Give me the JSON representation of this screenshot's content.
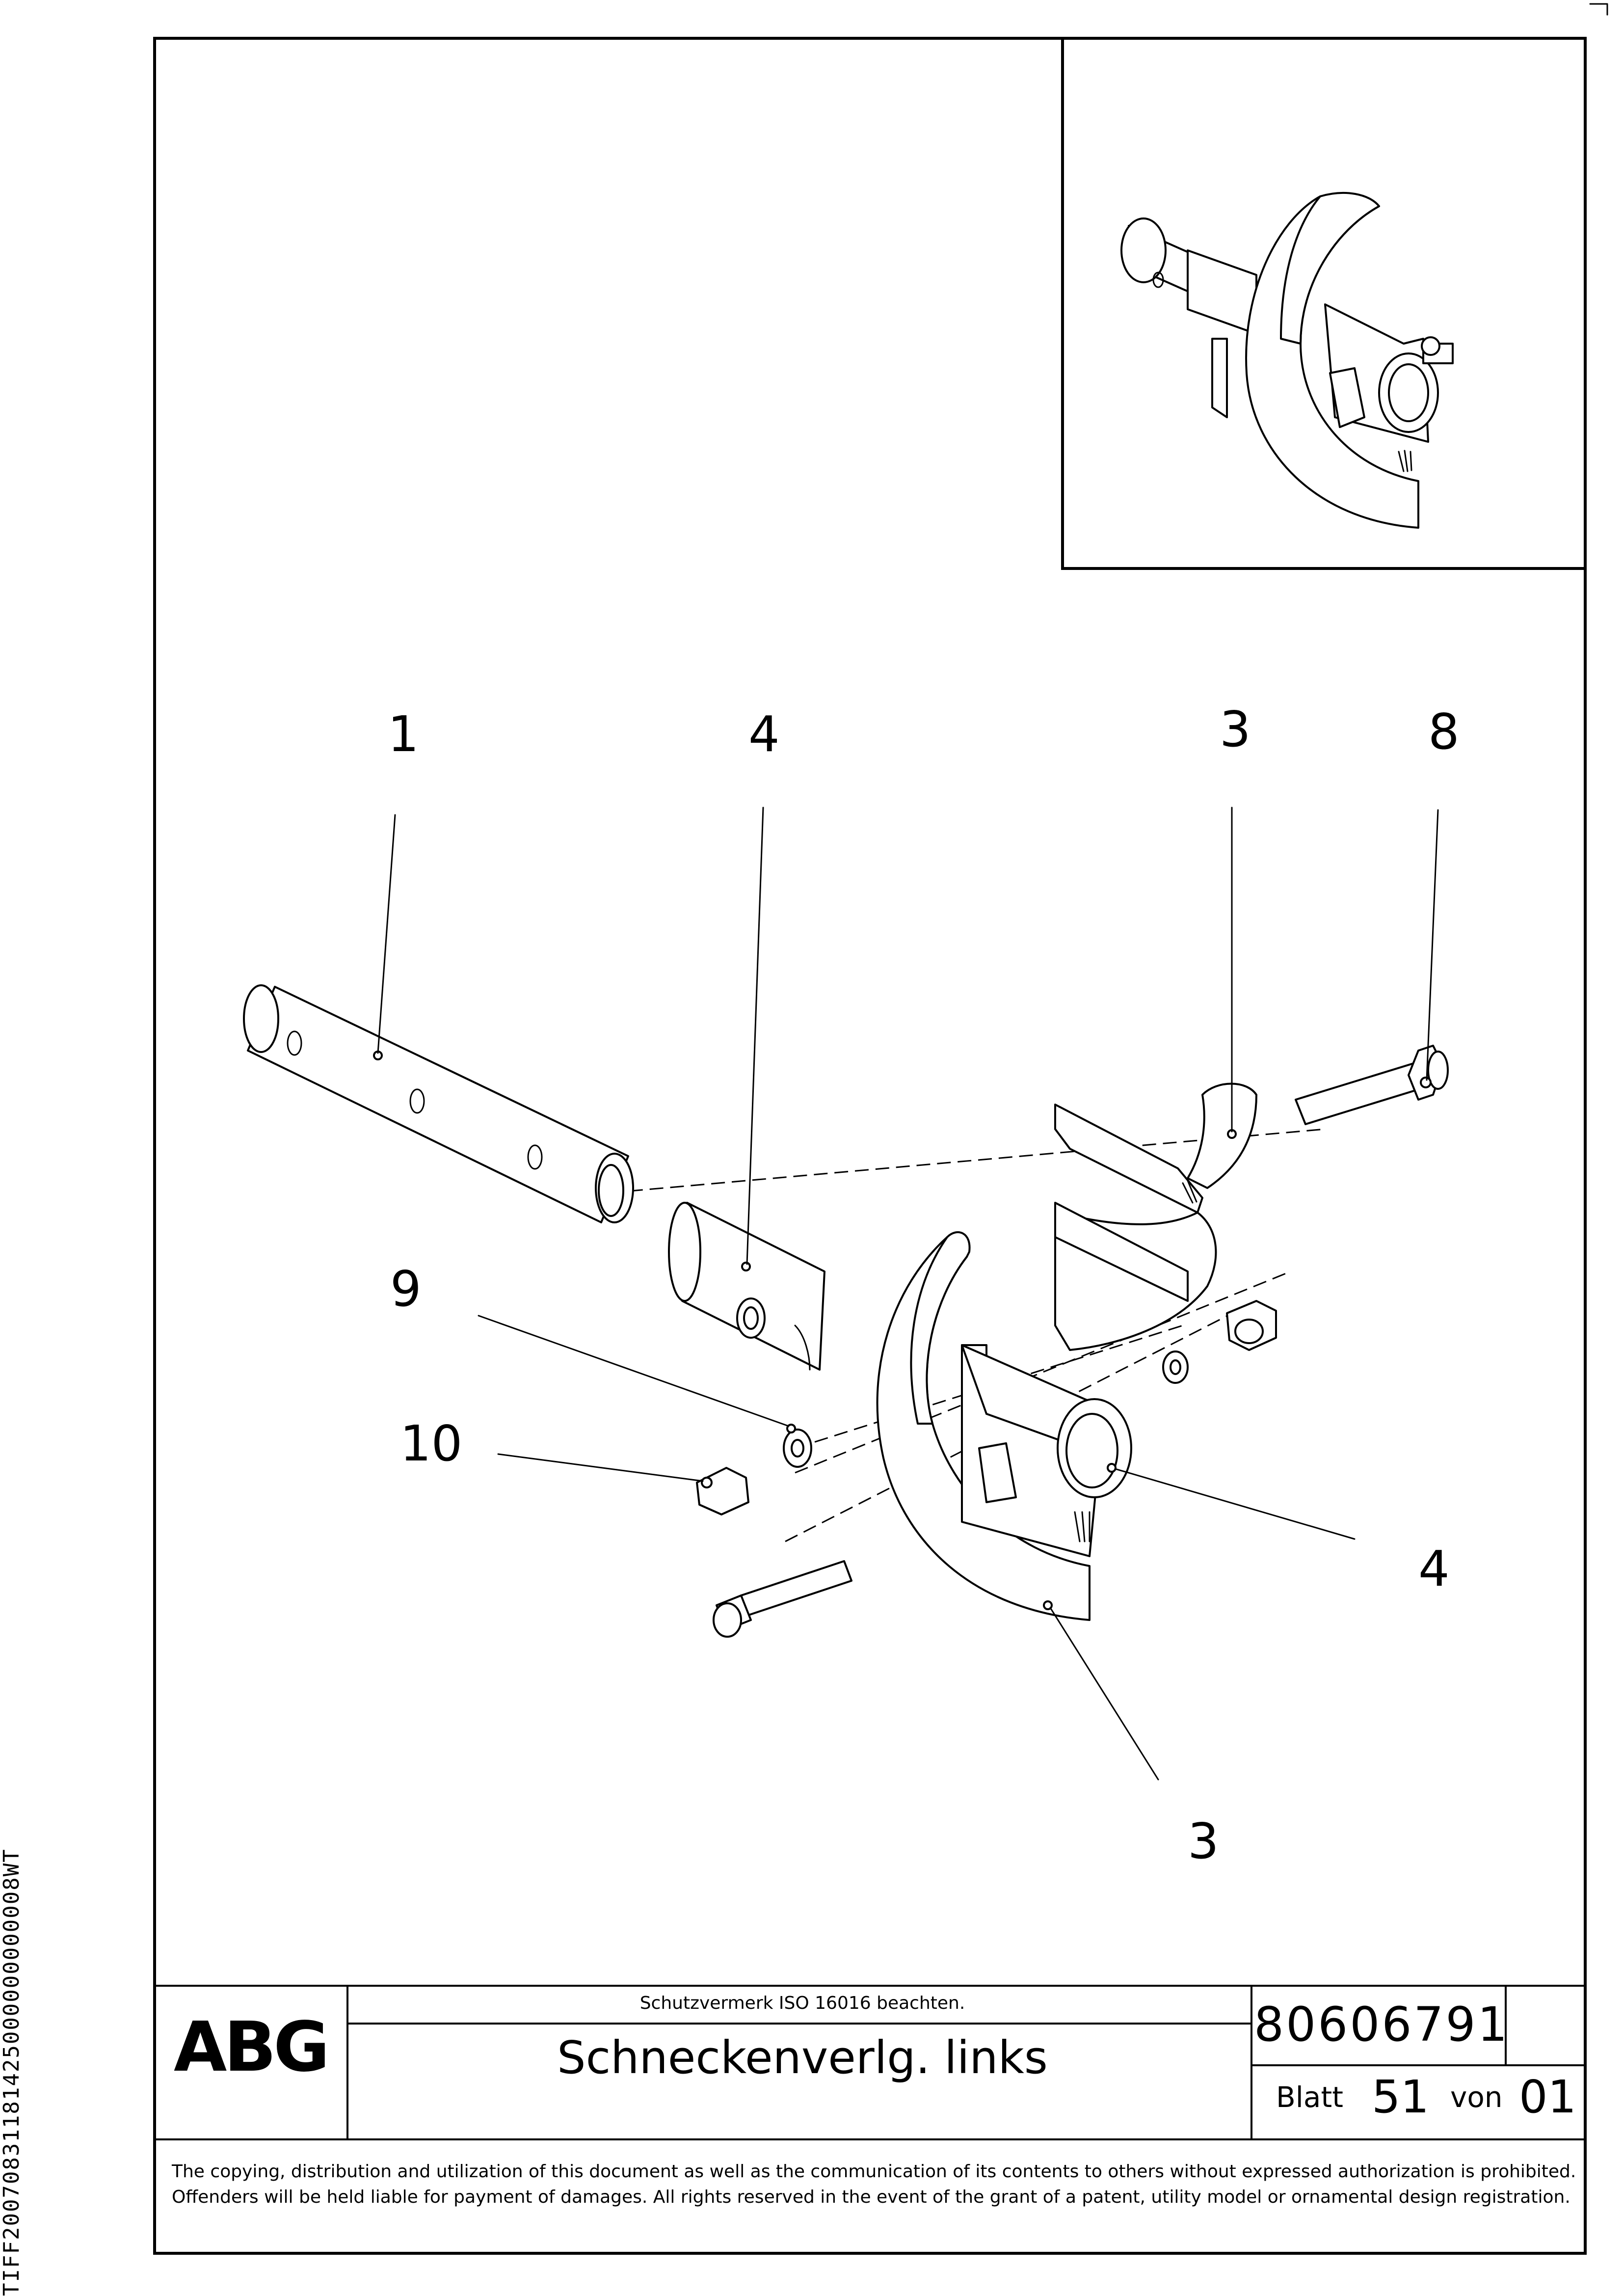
{
  "sidebar_code": "TIFF20070831181425000000000008WT",
  "callouts": {
    "shaft": "1",
    "sleeve_top": "4",
    "flight_top": "3",
    "bolt_top": "8",
    "washer": "9",
    "nut": "10",
    "sleeve_right": "4",
    "flight_bottom": "3"
  },
  "title_block": {
    "logo": "ABG",
    "iso_note": "Schutzvermerk ISO 16016 beachten.",
    "title": "Schneckenverlg. links",
    "doc_number": "80606791",
    "sheet_label": "Blatt",
    "sheet_number": "51",
    "of_label": "von",
    "of_number": "01"
  },
  "copyright": "The copying, distribution and utilization of this document as well as the communication of its contents to others without expressed authorization is prohibited. Offenders will be held liable for payment of damages. All rights reserved in the event of the grant of a patent, utility model or ornamental design registration."
}
